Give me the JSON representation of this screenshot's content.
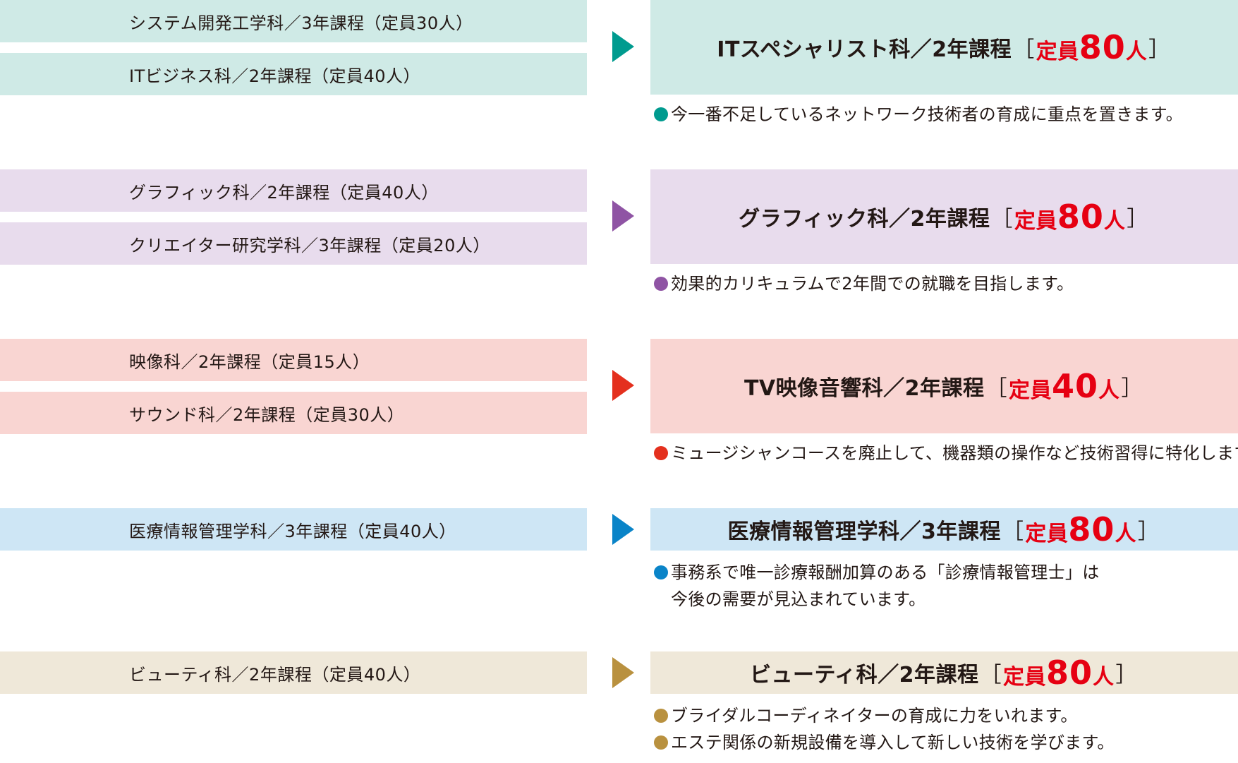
{
  "groups": [
    {
      "color_band": "#cfeae6",
      "color_accent": "#009b8f",
      "sources": [
        "システム開発工学科／3年課程（定員30人）",
        "ITビジネス科／2年課程（定員40人）"
      ],
      "destination": {
        "name": "ITスペシャリスト科／2年課程",
        "open": "［",
        "cap_label": "定員",
        "capacity": "80",
        "unit": "人",
        "close": "］"
      },
      "notes": [
        [
          "今一番不足しているネットワーク技術者の育成に重点を置きます。"
        ]
      ]
    },
    {
      "color_band": "#e8dced",
      "color_accent": "#8f54a4",
      "sources": [
        "グラフィック科／2年課程（定員40人）",
        "クリエイター研究学科／3年課程（定員20人）"
      ],
      "destination": {
        "name": "グラフィック科／2年課程",
        "open": "［",
        "cap_label": "定員",
        "capacity": "80",
        "unit": "人",
        "close": "］"
      },
      "notes": [
        [
          "効果的カリキュラムで2年間での就職を目指します。"
        ]
      ]
    },
    {
      "color_band": "#f9d5d2",
      "color_accent": "#e4301e",
      "sources": [
        "映像科／2年課程（定員15人）",
        "サウンド科／2年課程（定員30人）"
      ],
      "destination": {
        "name": "TV映像音響科／2年課程",
        "open": "［",
        "cap_label": "定員",
        "capacity": "40",
        "unit": "人",
        "close": "］"
      },
      "notes": [
        [
          "ミュージシャンコースを廃止して、機器類の操作など技術習得に特化します。"
        ]
      ]
    },
    {
      "color_band": "#cee6f5",
      "color_accent": "#0a84c8",
      "sources": [
        "医療情報管理学科／3年課程（定員40人）"
      ],
      "destination": {
        "name": "医療情報管理学科／3年課程",
        "open": "［",
        "cap_label": "定員",
        "capacity": "80",
        "unit": "人",
        "close": "］"
      },
      "notes": [
        [
          "事務系で唯一診療報酬加算のある「診療情報管理士」は",
          "今後の需要が見込まれています。"
        ]
      ]
    },
    {
      "color_band": "#efe8d9",
      "color_accent": "#b9913f",
      "sources": [
        "ビューティ科／2年課程（定員40人）"
      ],
      "destination": {
        "name": "ビューティ科／2年課程",
        "open": "［",
        "cap_label": "定員",
        "capacity": "80",
        "unit": "人",
        "close": "］"
      },
      "notes": [
        [
          "ブライダルコーディネイターの育成に力をいれます。"
        ],
        [
          "エステ関係の新規設備を導入して新しい技術を学びます。"
        ]
      ]
    }
  ]
}
